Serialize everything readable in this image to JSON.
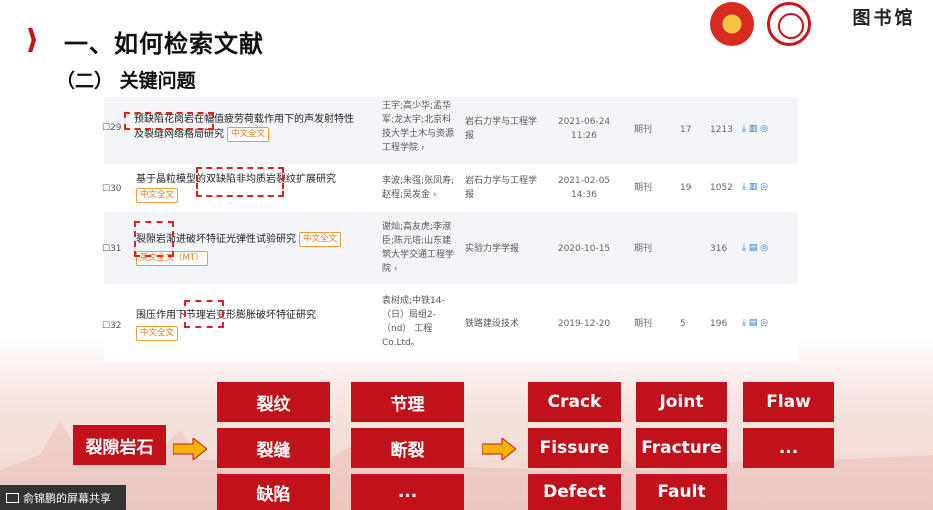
{
  "header": {
    "title": "一、如何检索文献",
    "subtitle": "（二） 关键问题",
    "library_logo": "图书馆"
  },
  "table": {
    "rows": [
      {
        "num": "29",
        "title_lines": [
          "预缺陷花岗岩在幅值疲劳荷载作用下的声发射特性",
          "及裂缝网络格局研究"
        ],
        "badges": [
          "中文全文"
        ],
        "authors": [
          "王宇;高少华;孟华",
          "军;龙太宇;北京科",
          "技大学土木与资源",
          "工程学院 ›"
        ],
        "source": [
          "岩石力学与工程学",
          "报"
        ],
        "date": [
          "2021-06-24",
          "11:26"
        ],
        "type": "期刊",
        "citations": "17",
        "downloads": "1213"
      },
      {
        "num": "30",
        "title_lines": [
          "基于晶粒模型的双缺陷非均质岩裂纹扩展研究"
        ],
        "badges": [
          "中文全文"
        ],
        "authors": [
          "李波;朱强;张凤寿;",
          "赵程;吴发金 ›"
        ],
        "source": [
          "岩石力学与工程学",
          "报"
        ],
        "date": [
          "2021-02-05",
          "14:36"
        ],
        "type": "期刊",
        "citations": "19",
        "downloads": "1052"
      },
      {
        "num": "31",
        "title_lines": [
          "裂隙岩渐进破坏特征光弹性试验研究"
        ],
        "badges": [
          "中文全文",
          "英文全文（MT）"
        ],
        "authors": [
          "谢灿;高友虎;李淑",
          "臣;陈元培;山东建",
          "筑大学交通工程学",
          "院 ›"
        ],
        "source": [
          "实验力学学报"
        ],
        "date": [
          "2020-10-15"
        ],
        "type": "期刊",
        "citations": "",
        "downloads": "316"
      },
      {
        "num": "32",
        "title_lines": [
          "围压作用下节理岩变形膨胀破坏特征研究"
        ],
        "badges": [
          "中文全文"
        ],
        "authors": [
          "袁树成;中铁14-",
          "（日）局组2-",
          "（nd） 工程",
          "Co.Ltd。"
        ],
        "source": [
          "铁路建设技术"
        ],
        "date": [
          "2019-12-20"
        ],
        "type": "期刊",
        "citations": "5",
        "downloads": "196"
      }
    ]
  },
  "keywords": {
    "source_term": "裂隙岩石",
    "chinese": [
      "裂纹",
      "节理",
      "裂缝",
      "断裂",
      "缺陷",
      "..."
    ],
    "english": [
      "Crack",
      "Joint",
      "Flaw",
      "Fissure",
      "Fracture",
      "...",
      "Defect",
      "Fault"
    ]
  },
  "footer": {
    "screen_share": "俞锦鹏的屏幕共享"
  },
  "colors": {
    "accent": "#c1121c",
    "arrow_fill": "#f5b400"
  }
}
